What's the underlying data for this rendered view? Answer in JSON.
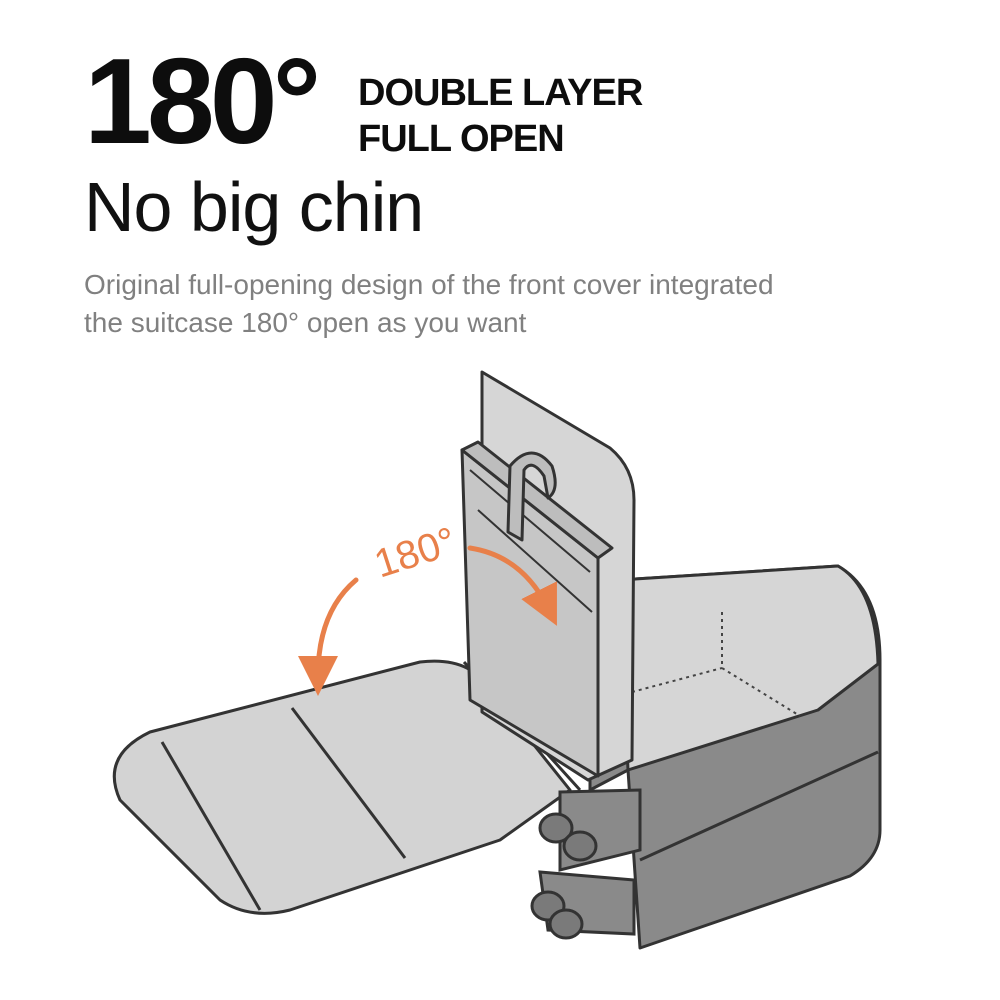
{
  "headline": {
    "angle": "180°"
  },
  "tagline": {
    "line1": "DOUBLE LAYER",
    "line2": "FULL OPEN"
  },
  "subhead": "No big chin",
  "description": {
    "line1": "Original full-opening design of the front cover integrated",
    "line2": "the suitcase 180° open as you want"
  },
  "illustration": {
    "angle_label": "180°",
    "colors": {
      "arrow": "#e8804a",
      "outline": "#333333",
      "panel": "#d3d3d3",
      "shell": "#8a8a8a"
    }
  }
}
